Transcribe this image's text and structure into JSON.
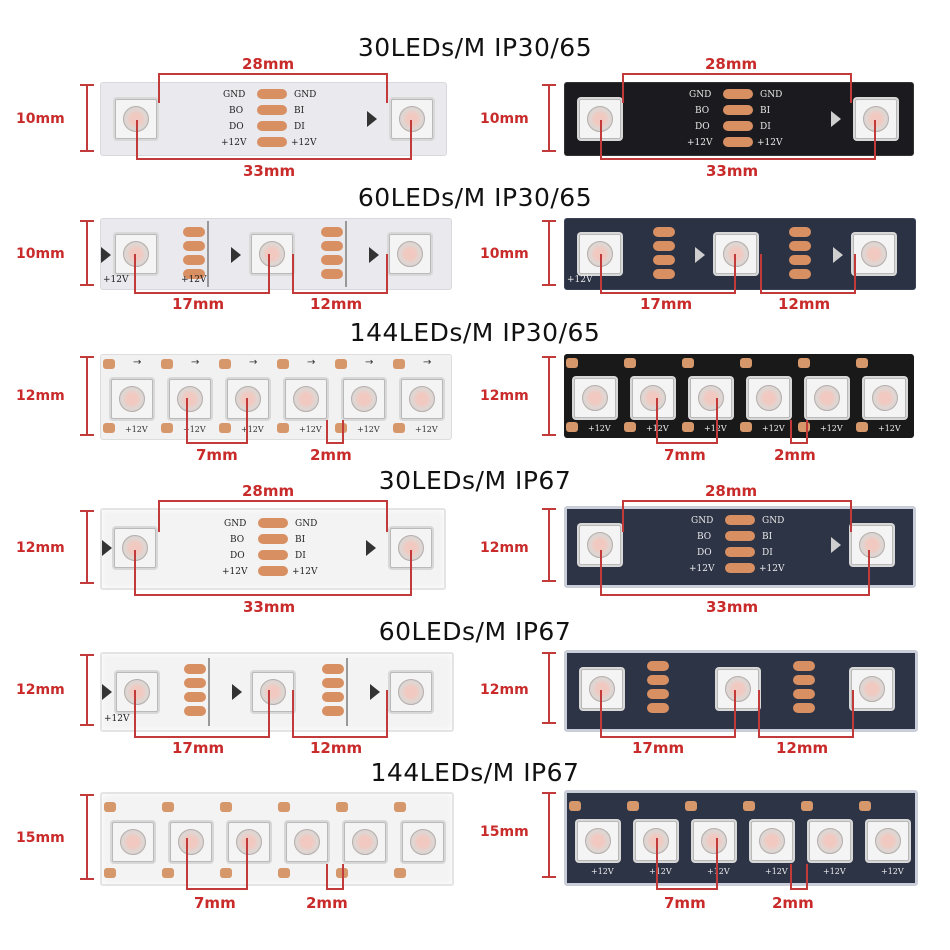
{
  "sections": [
    {
      "title": "30LEDs/M  IP30/65",
      "left": {
        "height": "10mm",
        "pitch": "28mm",
        "span": "33mm"
      },
      "right": {
        "height": "10mm",
        "pitch": "28mm",
        "span": "33mm"
      }
    },
    {
      "title": "60LEDs/M  IP30/65",
      "left": {
        "height": "10mm",
        "pitch": "17mm",
        "span": "12mm"
      },
      "right": {
        "height": "10mm",
        "pitch": "17mm",
        "span": "12mm"
      }
    },
    {
      "title": "144LEDs/M  IP30/65",
      "left": {
        "height": "12mm",
        "pitch": "7mm",
        "span": "2mm"
      },
      "right": {
        "height": "12mm",
        "pitch": "7mm",
        "span": "2mm"
      }
    },
    {
      "title": "30LEDs/M  IP67",
      "left": {
        "height": "12mm",
        "pitch": "28mm",
        "span": "33mm"
      },
      "right": {
        "height": "12mm",
        "pitch": "28mm",
        "span": "33mm"
      }
    },
    {
      "title": "60LEDs/M  IP67",
      "left": {
        "height": "12mm",
        "pitch": "17mm",
        "span": "12mm"
      },
      "right": {
        "height": "12mm",
        "pitch": "17mm",
        "span": "12mm"
      }
    },
    {
      "title": "144LEDs/M  IP67",
      "left": {
        "height": "15mm",
        "pitch": "7mm",
        "span": "2mm"
      },
      "right": {
        "height": "15mm",
        "pitch": "7mm",
        "span": "2mm"
      }
    }
  ],
  "pad_labels": {
    "gnd": "GND",
    "bo": "BO",
    "do": "DO",
    "v12": "+12V",
    "bi": "BI",
    "di": "DI",
    "v12b": "+12V"
  },
  "colors": {
    "dimension": "#c92b2b",
    "copper": "#d88f62",
    "white_pcb": "#e9e9ee",
    "black_pcb": "#1b1b1f"
  },
  "icons": {
    "led": "5050-rgb-led-icon",
    "arrow": "data-direction-arrow-icon"
  }
}
